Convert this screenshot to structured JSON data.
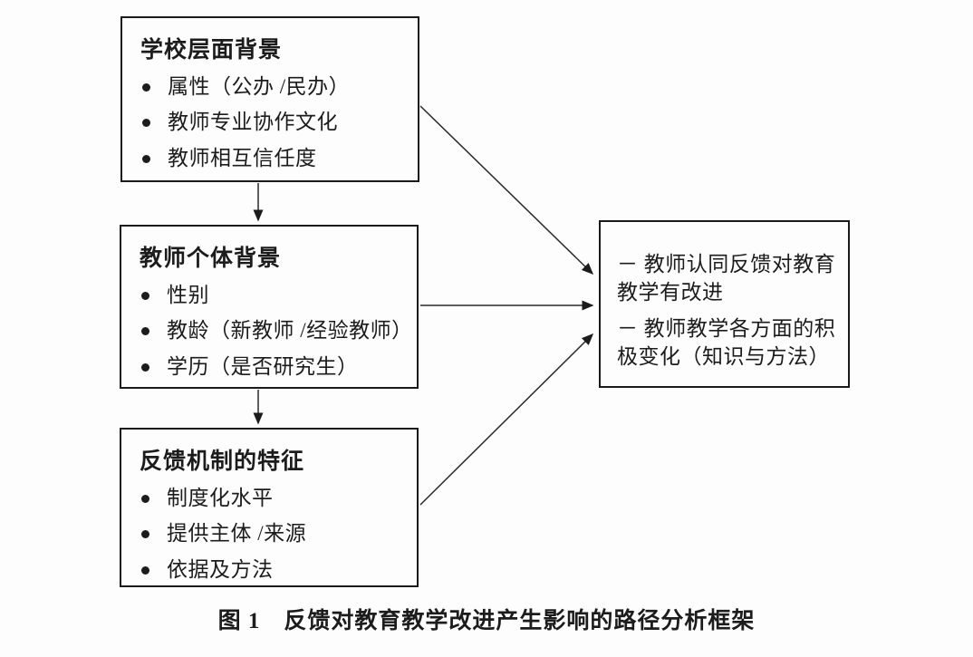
{
  "ui": {
    "bullet_glyph": "●"
  },
  "diagram": {
    "boxes": {
      "school": {
        "title": "学校层面背景",
        "items": [
          "属性（公办 /民办）",
          "教师专业协作文化",
          "教师相互信任度"
        ]
      },
      "teacher": {
        "title": "教师个体背景",
        "items": [
          "性别",
          "教龄（新教师 /经验教师）",
          "学历（是否研究生）"
        ]
      },
      "feedback": {
        "title": "反馈机制的特征",
        "items": [
          "制度化水平",
          "提供主体 /来源",
          "依据及方法"
        ]
      },
      "outcome": {
        "items": [
          "－ 教师认同反馈对教育教学有改进",
          "－ 教师教学各方面的积极变化（知识与方法）"
        ]
      }
    },
    "edges": [
      {
        "from": "school",
        "to": "teacher"
      },
      {
        "from": "teacher",
        "to": "feedback"
      },
      {
        "from": "school",
        "to": "outcome"
      },
      {
        "from": "teacher",
        "to": "outcome"
      },
      {
        "from": "feedback",
        "to": "outcome"
      }
    ],
    "caption": "图 1　反馈对教育教学改进产生影响的路径分析框架"
  },
  "colors": {
    "ink": "#1c1c1c",
    "background": "#fdfdfd"
  }
}
